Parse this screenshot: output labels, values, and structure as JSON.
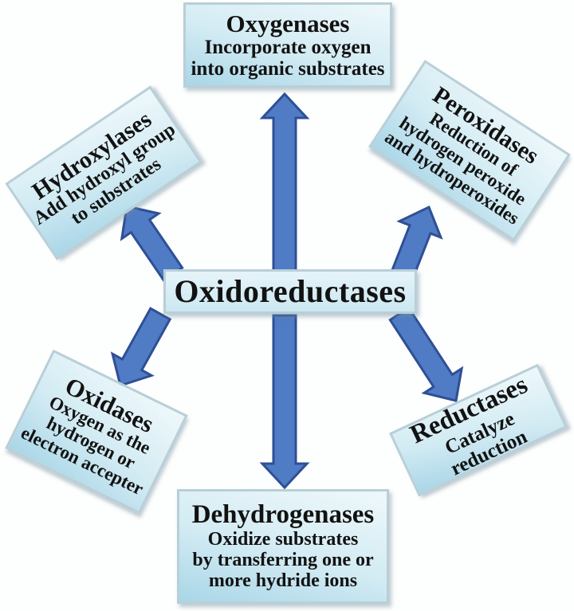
{
  "diagram": {
    "type": "radial-concept-map",
    "topic": "Classification of oxidoreductase enzymes"
  },
  "colors": {
    "box_gradient_light": "#eef8fb",
    "box_gradient_dark": "#a9d6e7",
    "box_border": "#b9cfd7",
    "arrow_fill": "#4f7cc5",
    "arrow_stroke": "#2f4f95",
    "text": "#121212",
    "background": "#fdfefe"
  },
  "center": {
    "title": "Oxidoreductases"
  },
  "nodes": {
    "oxygenases": {
      "title": "Oxygenases",
      "lines": [
        "Incorporate oxygen",
        "into organic substrates"
      ]
    },
    "hydroxylases": {
      "title": "Hydroxylases",
      "lines": [
        "Add hydroxyl group",
        "to substrates"
      ]
    },
    "peroxidases": {
      "title": "Peroxidases",
      "lines": [
        "Reduction of",
        "hydrogen peroxide",
        "and hydroperoxides"
      ]
    },
    "oxidases": {
      "title": "Oxidases",
      "lines": [
        "Oxygen as the",
        "hydrogen or",
        "electron accepter"
      ]
    },
    "reductases": {
      "title": "Reductases",
      "lines": [
        "Catalyze reduction"
      ]
    },
    "dehydrogenases": {
      "title": "Dehydrogenases",
      "lines": [
        "Oxidize substrates",
        "by transferring one or",
        "more hydride ions"
      ]
    }
  },
  "connectors": [
    {
      "name": "arrow-up",
      "from": "Oxidoreductases",
      "to": "Oxygenases"
    },
    {
      "name": "arrow-up-left",
      "from": "Oxidoreductases",
      "to": "Hydroxylases"
    },
    {
      "name": "arrow-up-right",
      "from": "Oxidoreductases",
      "to": "Peroxidases"
    },
    {
      "name": "arrow-down-left",
      "from": "Oxidoreductases",
      "to": "Oxidases"
    },
    {
      "name": "arrow-down-right",
      "from": "Oxidoreductases",
      "to": "Reductases"
    },
    {
      "name": "arrow-down",
      "from": "Oxidoreductases",
      "to": "Dehydrogenases"
    }
  ]
}
